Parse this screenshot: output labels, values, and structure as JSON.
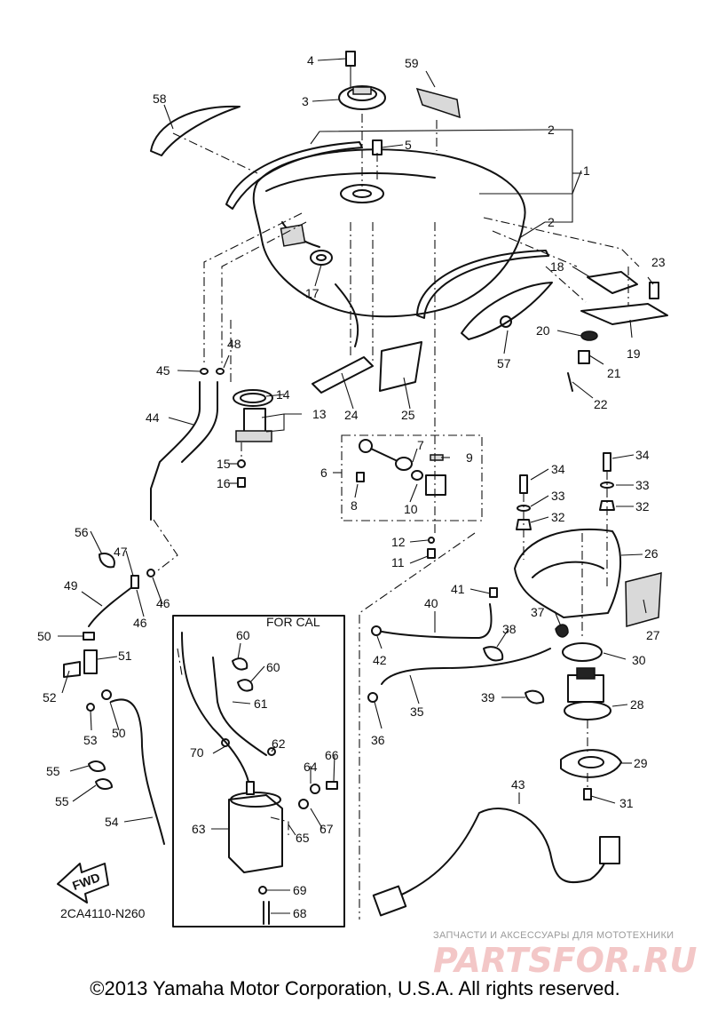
{
  "diagram": {
    "code": "2CA4110-N260",
    "for_cal_label": "FOR CAL",
    "fwd_label": "FWD",
    "copyright": "©2013 Yamaha Motor Corporation, U.S.A. All rights reserved.",
    "watermark": {
      "subtitle": "ЗАПЧАСТИ И АКСЕССУАРЫ ДЛЯ МОТОТЕХНИКИ",
      "logo": "PARTSFOR.RU"
    },
    "callouts": [
      {
        "n": "1",
        "label_pos": "right"
      },
      {
        "n": "2"
      },
      {
        "n": "2"
      },
      {
        "n": "3"
      },
      {
        "n": "4"
      },
      {
        "n": "5"
      },
      {
        "n": "6"
      },
      {
        "n": "7"
      },
      {
        "n": "8"
      },
      {
        "n": "9"
      },
      {
        "n": "10"
      },
      {
        "n": "11"
      },
      {
        "n": "12"
      },
      {
        "n": "13"
      },
      {
        "n": "14"
      },
      {
        "n": "15"
      },
      {
        "n": "16"
      },
      {
        "n": "17"
      },
      {
        "n": "18"
      },
      {
        "n": "19"
      },
      {
        "n": "20"
      },
      {
        "n": "21"
      },
      {
        "n": "22"
      },
      {
        "n": "23"
      },
      {
        "n": "24"
      },
      {
        "n": "25"
      },
      {
        "n": "26"
      },
      {
        "n": "27"
      },
      {
        "n": "28"
      },
      {
        "n": "29"
      },
      {
        "n": "30"
      },
      {
        "n": "31"
      },
      {
        "n": "32"
      },
      {
        "n": "32"
      },
      {
        "n": "33"
      },
      {
        "n": "33"
      },
      {
        "n": "34"
      },
      {
        "n": "34"
      },
      {
        "n": "35"
      },
      {
        "n": "36"
      },
      {
        "n": "37"
      },
      {
        "n": "38"
      },
      {
        "n": "39"
      },
      {
        "n": "40"
      },
      {
        "n": "41"
      },
      {
        "n": "42"
      },
      {
        "n": "43"
      },
      {
        "n": "44"
      },
      {
        "n": "45"
      },
      {
        "n": "46"
      },
      {
        "n": "46"
      },
      {
        "n": "47"
      },
      {
        "n": "48"
      },
      {
        "n": "49"
      },
      {
        "n": "50"
      },
      {
        "n": "50"
      },
      {
        "n": "51"
      },
      {
        "n": "52"
      },
      {
        "n": "53"
      },
      {
        "n": "54"
      },
      {
        "n": "55"
      },
      {
        "n": "55"
      },
      {
        "n": "56"
      },
      {
        "n": "57"
      },
      {
        "n": "58"
      },
      {
        "n": "59"
      },
      {
        "n": "60"
      },
      {
        "n": "60"
      },
      {
        "n": "61"
      },
      {
        "n": "62"
      },
      {
        "n": "63"
      },
      {
        "n": "64"
      },
      {
        "n": "65"
      },
      {
        "n": "66"
      },
      {
        "n": "67"
      },
      {
        "n": "68"
      },
      {
        "n": "69"
      },
      {
        "n": "70"
      }
    ]
  }
}
